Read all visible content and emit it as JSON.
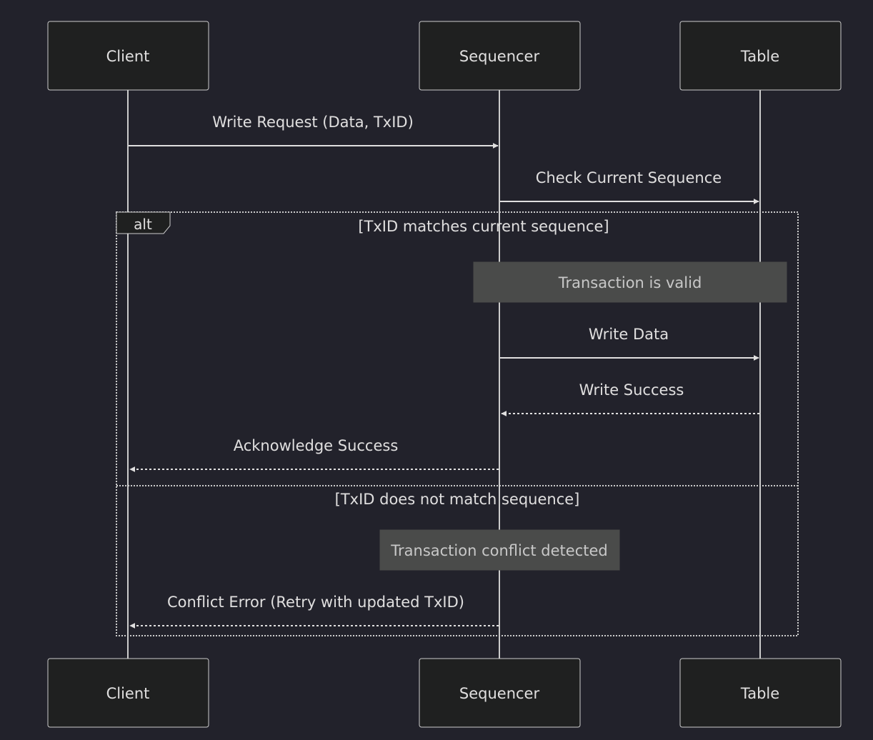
{
  "participants": [
    {
      "id": "client",
      "label": "Client"
    },
    {
      "id": "sequencer",
      "label": "Sequencer"
    },
    {
      "id": "table",
      "label": "Table"
    }
  ],
  "messages": {
    "write_request": {
      "label": "Write Request (Data, TxID)",
      "from": "client",
      "to": "sequencer",
      "style": "solid"
    },
    "check_sequence": {
      "label": "Check Current Sequence",
      "from": "sequencer",
      "to": "table",
      "style": "solid"
    },
    "write_data": {
      "label": "Write Data",
      "from": "sequencer",
      "to": "table",
      "style": "solid"
    },
    "write_success": {
      "label": "Write Success",
      "from": "table",
      "to": "sequencer",
      "style": "dashed"
    },
    "ack_success": {
      "label": "Acknowledge Success",
      "from": "sequencer",
      "to": "client",
      "style": "dashed"
    },
    "conflict_error": {
      "label": "Conflict Error (Retry with updated TxID)",
      "from": "sequencer",
      "to": "client",
      "style": "dashed"
    }
  },
  "notes": {
    "valid": "Transaction is valid",
    "conflict": "Transaction conflict detected"
  },
  "alt_frame": {
    "tag": "alt",
    "condition_1": "[TxID matches current sequence]",
    "condition_2": "[TxID does not match sequence]"
  },
  "colors": {
    "background": "#22222b",
    "actor_fill": "#1f2020",
    "line": "#cccccc",
    "text": "#e0dfdf",
    "note_fill": "#4a4b4a"
  }
}
